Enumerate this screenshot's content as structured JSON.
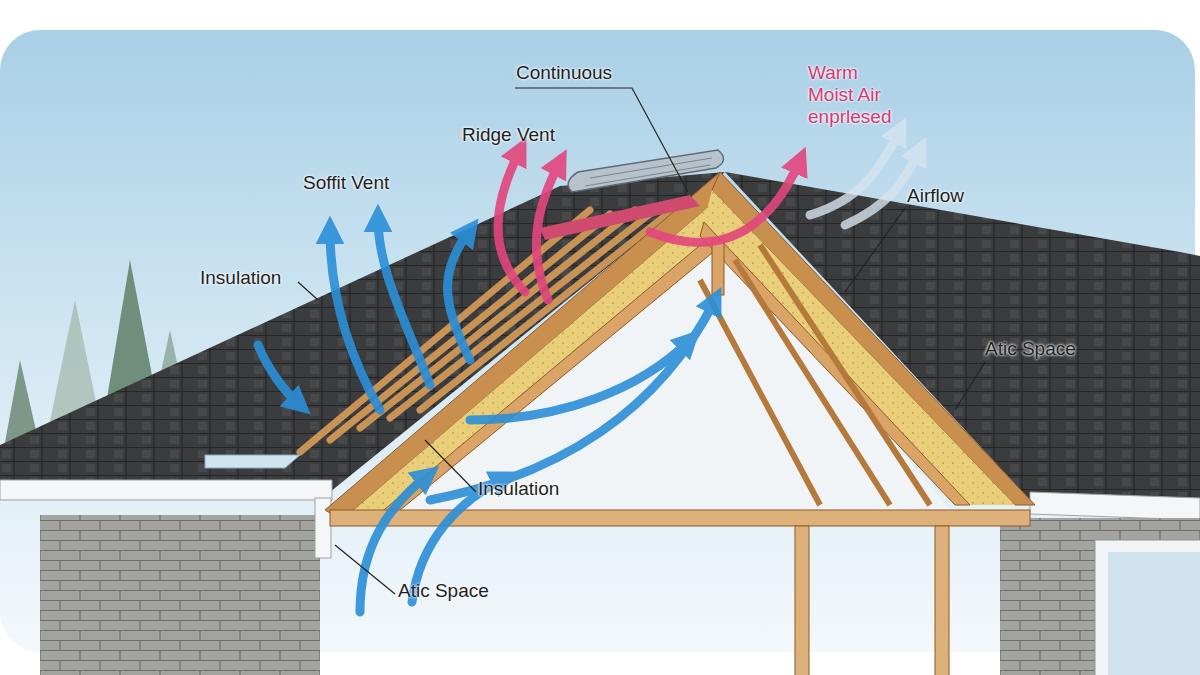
{
  "diagram": {
    "labels": [
      "Continuous",
      "Warm Moist Air enprlesed",
      "Ridge Vent",
      "Soffit Vent",
      "Airflow",
      "Insulation",
      "Atic Space",
      "Insulation",
      "Atic Space"
    ]
  }
}
